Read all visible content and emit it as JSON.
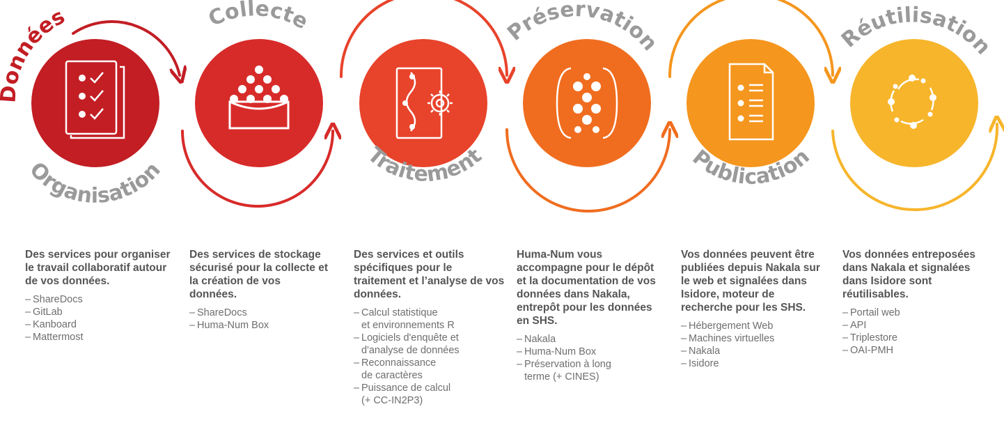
{
  "colors": {
    "stage1": "#c21e24",
    "stage2": "#d72b2a",
    "stage3": "#e8432b",
    "stage4": "#f06d1f",
    "stage5": "#f5961e",
    "stage6": "#f7b52c",
    "label_grey": "#9a9a9a",
    "text": "#555555"
  },
  "stages": [
    {
      "top_label": "Données",
      "bottom_label": "Organisation",
      "icon": "checklist-icon"
    },
    {
      "top_label": "Collecte",
      "bottom_label": "",
      "icon": "data-collection-icon"
    },
    {
      "top_label": "",
      "bottom_label": "Traitement",
      "icon": "processing-gear-icon"
    },
    {
      "top_label": "Préservation",
      "bottom_label": "",
      "icon": "preservation-capsule-icon"
    },
    {
      "top_label": "",
      "bottom_label": "Publication",
      "icon": "document-list-icon"
    },
    {
      "top_label": "Réutilisation",
      "bottom_label": "",
      "icon": "reuse-cycle-icon"
    }
  ],
  "columns": [
    {
      "heading": "Des services pour organiser le travail collaboratif autour de vos données.",
      "items": [
        "ShareDocs",
        "GitLab",
        "Kanboard",
        "Mattermost"
      ]
    },
    {
      "heading": "Des services de stockage sécurisé pour la collecte et la création de vos données.",
      "items": [
        "ShareDocs",
        "Huma-Num Box"
      ]
    },
    {
      "heading": "Des services et outils spécifiques pour le traitement et l’analyse de vos données.",
      "items": [
        "Calcul statistique\net environnements R",
        "Logiciels d'enquête et\nd'analyse de données",
        "Reconnaissance\nde caractères",
        "Puissance de calcul\n(+ CC-IN2P3)"
      ]
    },
    {
      "heading": "Huma-Num vous accompagne pour le dépôt et la documentation de vos données dans Nakala, entrepôt pour les données en SHS.",
      "items": [
        "Nakala",
        "Huma-Num Box",
        "Préservation à long\nterme (+ CINES)"
      ]
    },
    {
      "heading": "Vos données peuvent être publiées depuis Nakala sur le web et signalées dans Isidore, moteur de recherche pour les SHS.",
      "items": [
        "Hébergement Web",
        "Machines virtuelles",
        "Nakala",
        "Isidore"
      ]
    },
    {
      "heading": "Vos données entreposées dans Nakala et signalées dans Isidore sont réutilisables.",
      "items": [
        "Portail web",
        "API",
        "Triplestore",
        "OAI-PMH"
      ]
    }
  ]
}
